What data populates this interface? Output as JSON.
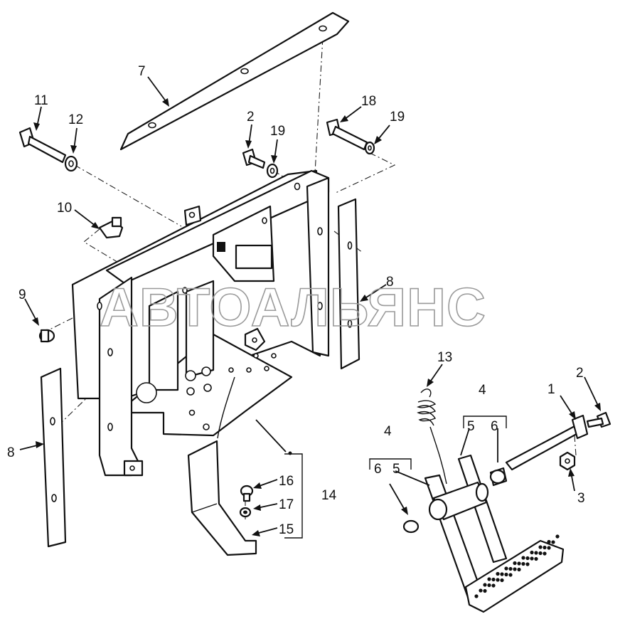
{
  "watermark": "АВТОАЛЬЯНС",
  "callouts": {
    "c1": "1",
    "c2a": "2",
    "c2b": "2",
    "c3": "3",
    "c4a": "4",
    "c4b": "4",
    "c5a": "5",
    "c5b": "5",
    "c6a": "6",
    "c6b": "6",
    "c7": "7",
    "c8a": "8",
    "c8b": "8",
    "c9": "9",
    "c10": "10",
    "c11": "11",
    "c12": "12",
    "c13": "13",
    "c14": "14",
    "c15": "15",
    "c16": "16",
    "c17": "17",
    "c18": "18",
    "c19a": "19",
    "c19b": "19"
  }
}
